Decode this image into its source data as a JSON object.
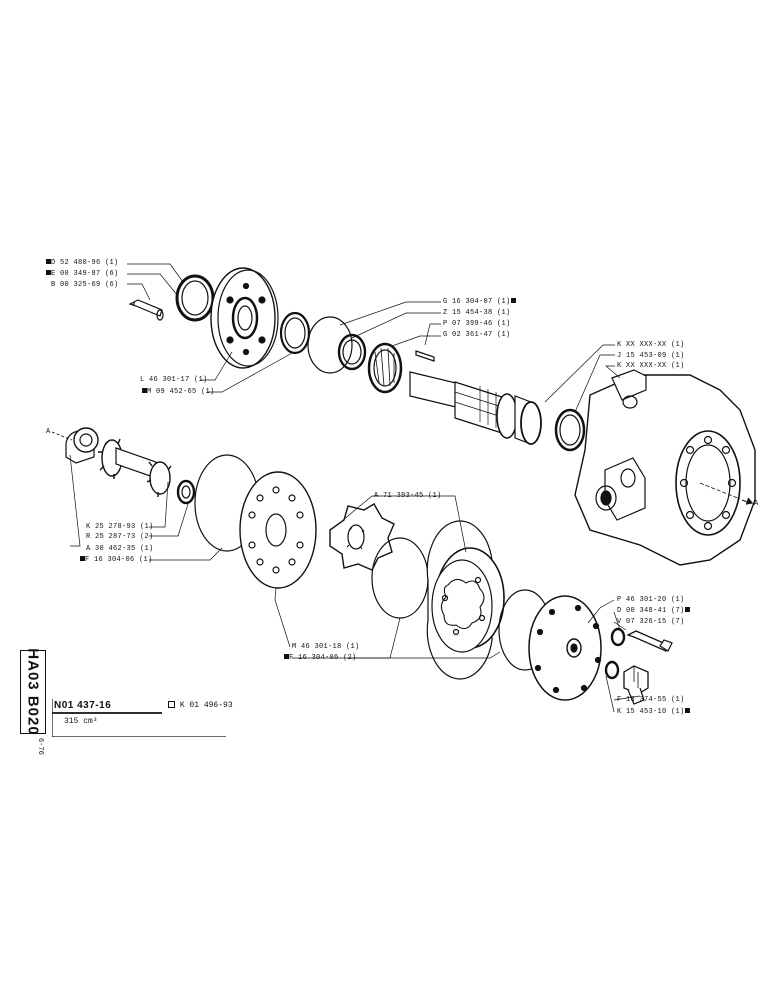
{
  "sheet": {
    "code": "HA03 B020",
    "date": "6-76",
    "part_number": "N01 437-16",
    "alt_reference": "K 01 496-93",
    "subtitle": "315 cm³"
  },
  "callouts": {
    "d52": "D 52 480-96 (1)",
    "e00": "E 00 349-87 (6)",
    "b00": "B 00 325-69 (6)",
    "l46": "L 46 301-17 (1)",
    "m09": "M 09 452-65 (1)",
    "g16": "G 16 304-07 (1)",
    "z15": "Z 15 454-38 (1)",
    "p07": "P 07 399-46 (1)",
    "g02": "G 02 361-47 (1)",
    "kxx1": "K XX XXX-XX (1)",
    "j15": "J 15 453-09 (1)",
    "kxx2": "K XX XXX-XX (1)",
    "a71": "A 71 393-45 (1)",
    "k25": "K 25 278-93 (1)",
    "r25": "R 25 287-73 (2)",
    "a30": "A 30 462-35 (1)",
    "f16a": "F 16 304-06 (1)",
    "m46": "M 46 301-18 (1)",
    "f16b": "F 16 304-06 (2)",
    "p46": "P 46 301-20 (1)",
    "d00": "D 00 348-41 (7)",
    "v07": "V 07 326-15 (7)",
    "f13": "F 13 374-55 (1)",
    "k15": "K 15 453-10 (1)",
    "arrow_a_left": "A",
    "arrow_a_right": "A"
  }
}
